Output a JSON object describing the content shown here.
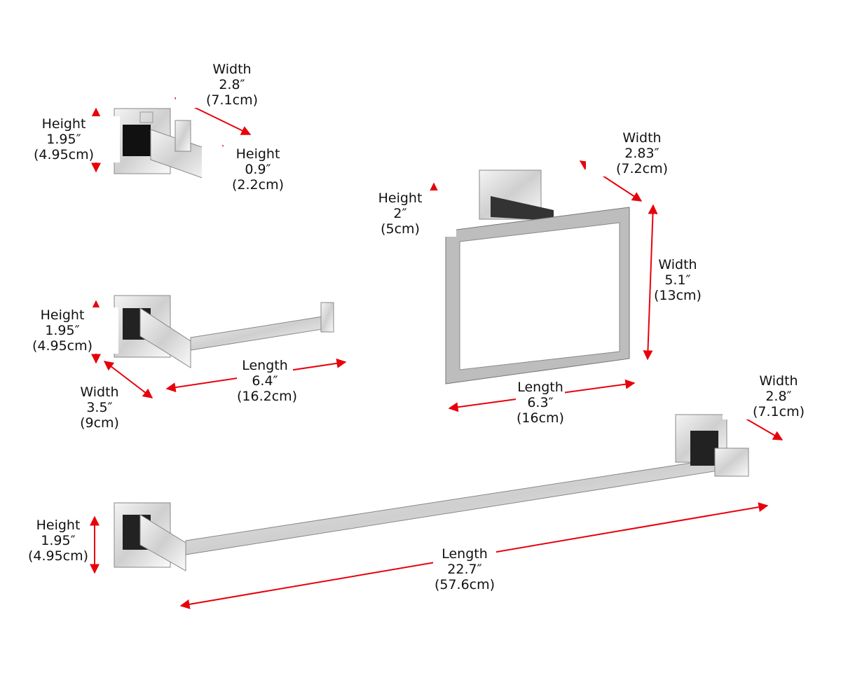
{
  "accent_color": "#e8000b",
  "products": {
    "robe_hook": {
      "width": {
        "label": "Width",
        "inch": "2.8″",
        "cm": "(7.1cm)"
      },
      "height": {
        "label": "Height",
        "inch": "1.95″",
        "cm": "(4.95cm)"
      },
      "hook_height": {
        "label": "Height",
        "inch": "0.9″",
        "cm": "(2.2cm)"
      }
    },
    "towel_ring": {
      "width_depth": {
        "label": "Width",
        "inch": "2.83″",
        "cm": "(7.2cm)"
      },
      "height": {
        "label": "Height",
        "inch": "2″",
        "cm": "(5cm)"
      },
      "width": {
        "label": "Width",
        "inch": "5.1″",
        "cm": "(13cm)"
      },
      "length": {
        "label": "Length",
        "inch": "6.3″",
        "cm": "(16cm)"
      }
    },
    "paper_holder": {
      "height": {
        "label": "Height",
        "inch": "1.95″",
        "cm": "(4.95cm)"
      },
      "length": {
        "label": "Length",
        "inch": "6.4″",
        "cm": "(16.2cm)"
      },
      "width": {
        "label": "Width",
        "inch": "3.5″",
        "cm": "(9cm)"
      }
    },
    "towel_bar": {
      "width": {
        "label": "Width",
        "inch": "2.8″",
        "cm": "(7.1cm)"
      },
      "height": {
        "label": "Height",
        "inch": "1.95″",
        "cm": "(4.95cm)"
      },
      "length": {
        "label": "Length",
        "inch": "22.7″",
        "cm": "(57.6cm)"
      }
    }
  }
}
